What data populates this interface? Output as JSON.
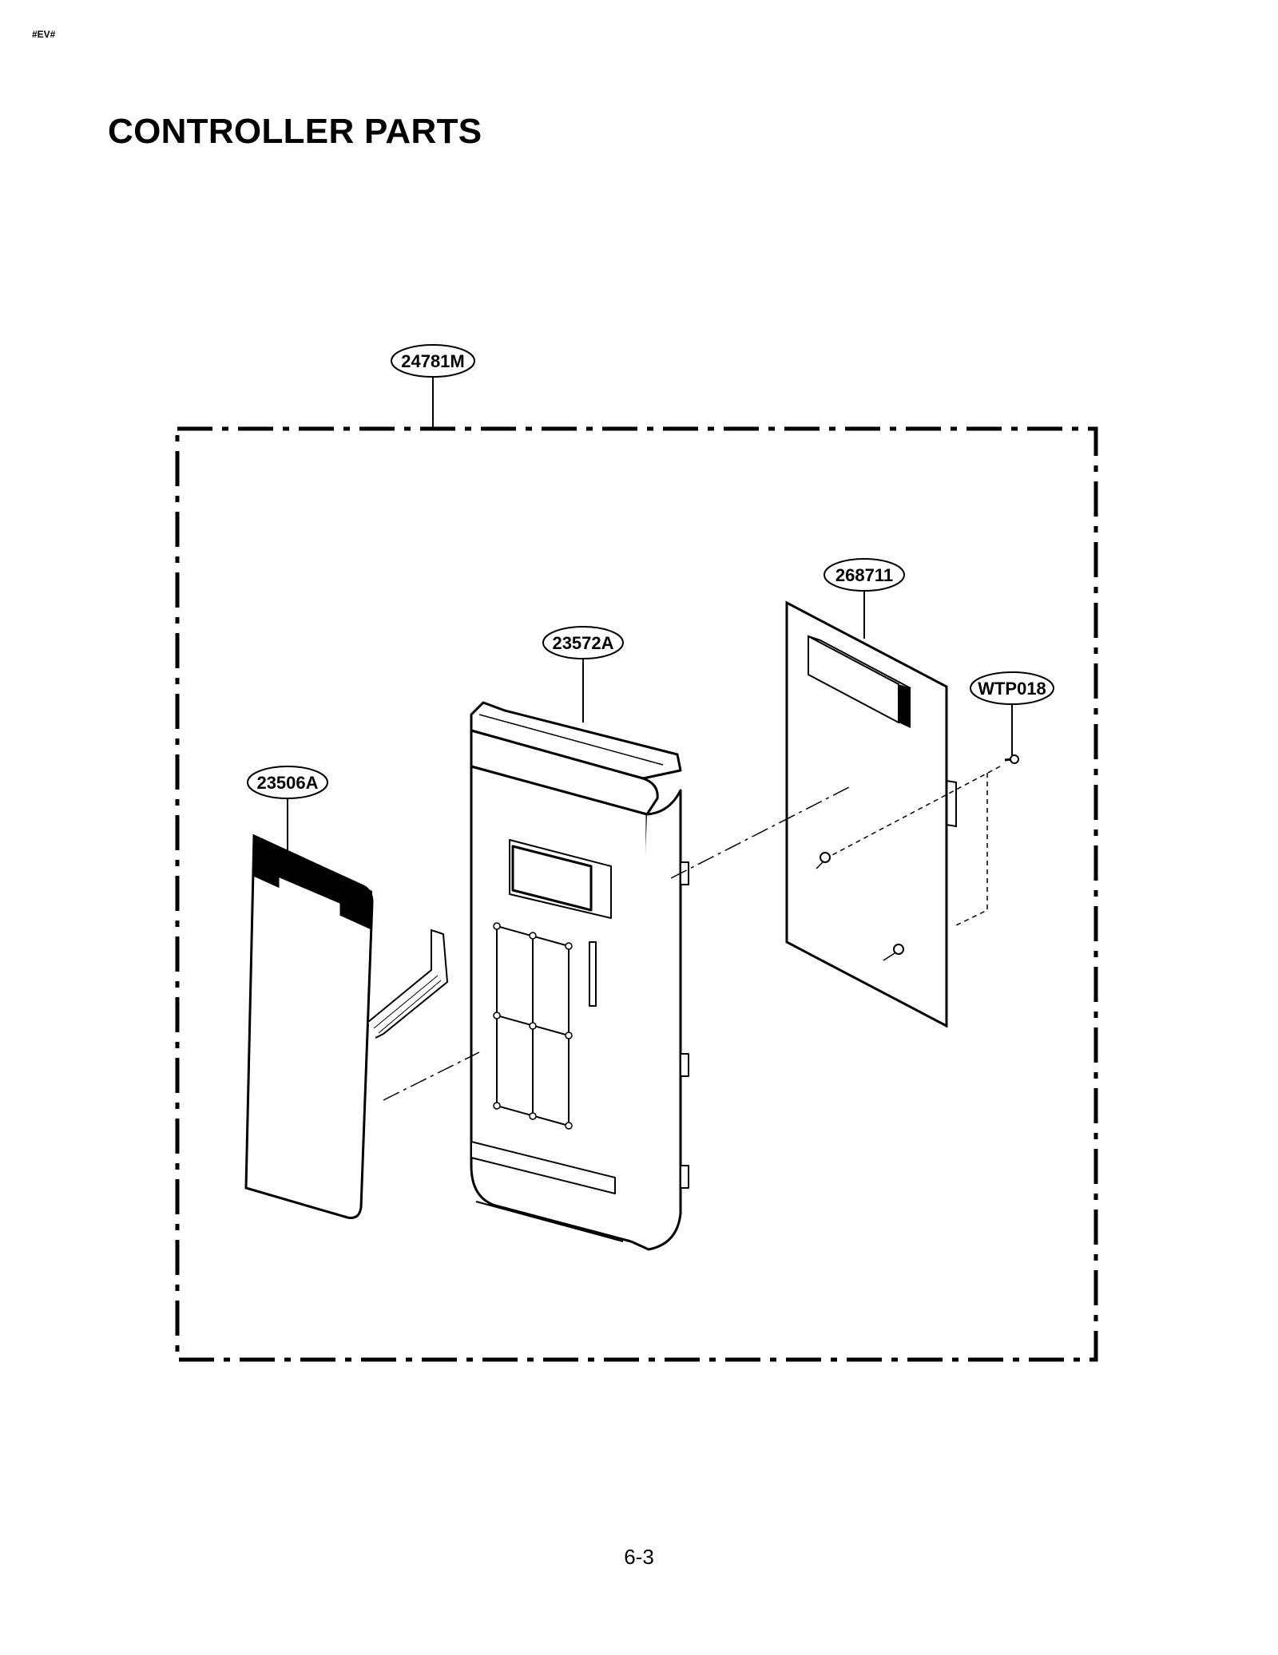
{
  "header": {
    "corner_tag": "#EV#",
    "title": "CONTROLLER PARTS"
  },
  "diagram": {
    "callouts": {
      "assembly": "24781M",
      "pcb": "268711",
      "panel": "23572A",
      "screw": "WTP018",
      "membrane": "23506A"
    }
  },
  "footer": {
    "page_number": "6-3"
  }
}
